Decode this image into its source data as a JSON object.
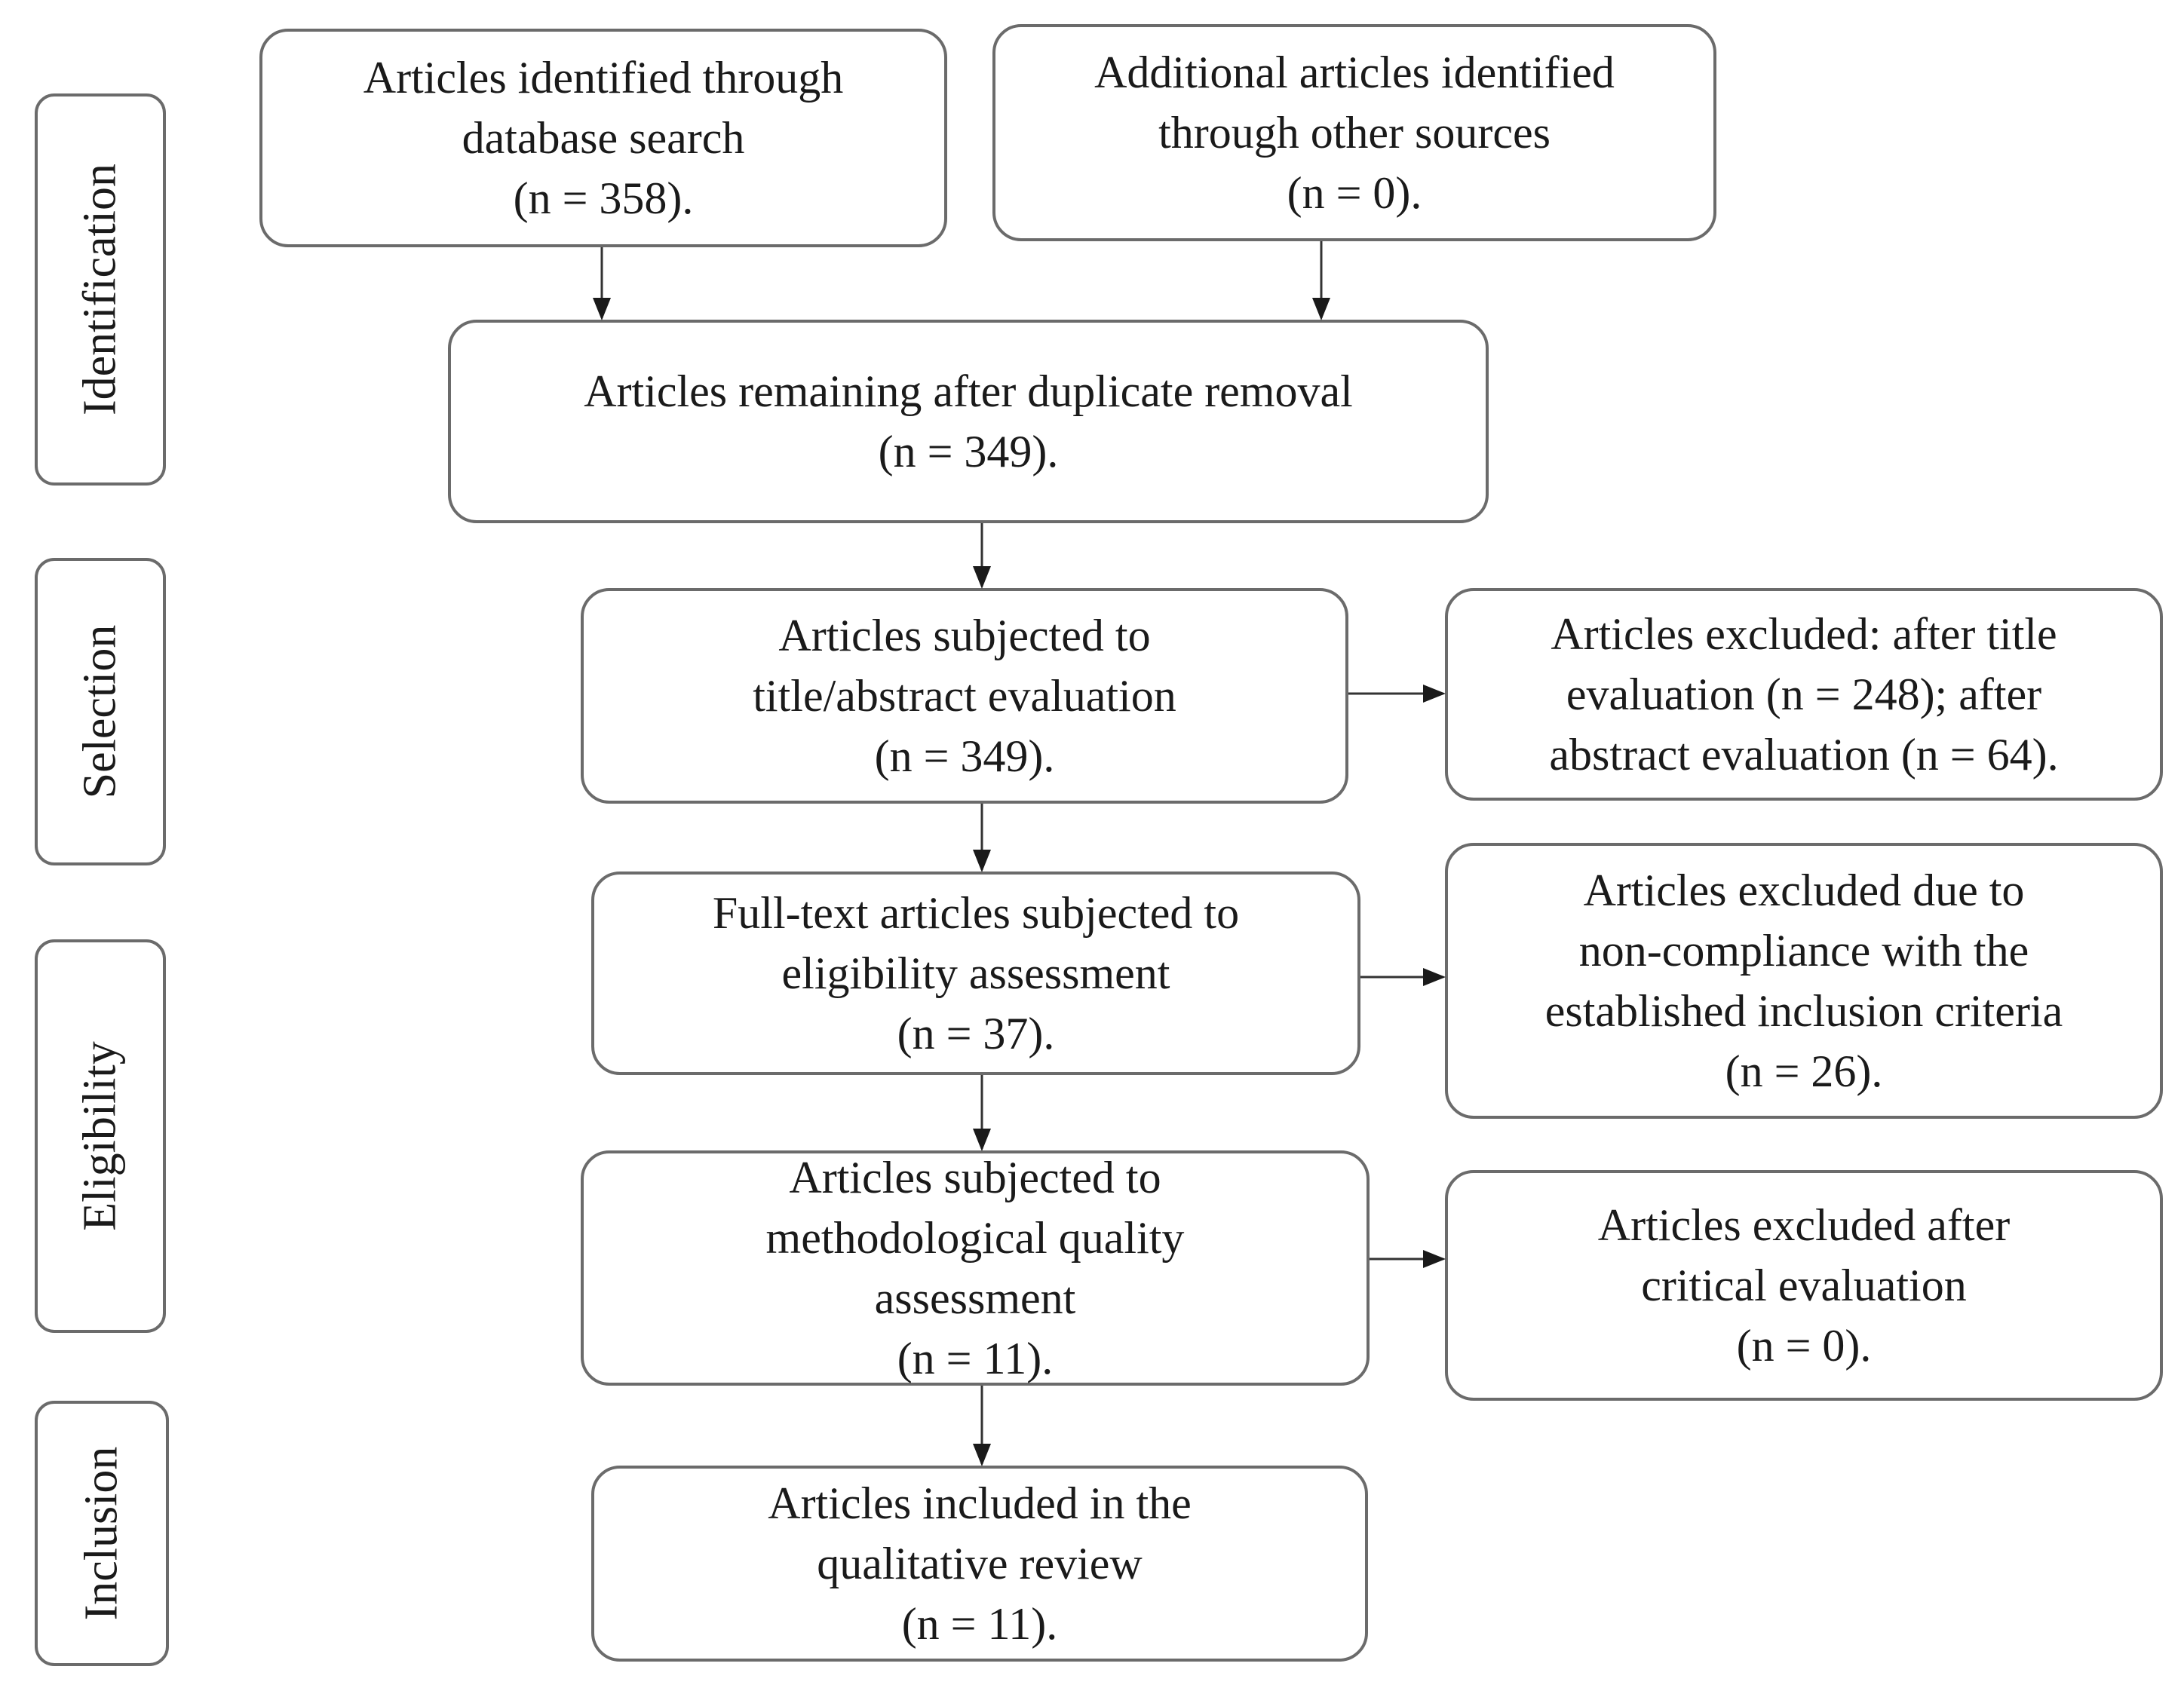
{
  "stages": {
    "identification": "Identification",
    "selection": "Selection",
    "eligibility": "Eligibility",
    "inclusion": "Inclusion"
  },
  "boxes": {
    "database_search": [
      "Articles identified through",
      "database search",
      "(n = 358)."
    ],
    "other_sources": [
      "Additional articles identified",
      "through other sources",
      "(n = 0)."
    ],
    "after_duplicates": [
      "Articles remaining after duplicate removal",
      "(n = 349)."
    ],
    "title_abstract": [
      "Articles subjected to",
      "title/abstract evaluation",
      "(n = 349)."
    ],
    "excluded_title_abstract": [
      "Articles excluded: after title",
      "evaluation (n = 248); after",
      "abstract evaluation (n = 64)."
    ],
    "full_text": [
      "Full-text articles subjected to",
      "eligibility assessment",
      "(n = 37)."
    ],
    "excluded_criteria": [
      "Articles excluded due to",
      "non-compliance with the",
      "established inclusion criteria",
      "(n = 26)."
    ],
    "quality_assessment": [
      "Articles subjected to",
      "methodological quality",
      "assessment",
      "(n = 11)."
    ],
    "excluded_critical": [
      "Articles excluded after",
      "critical evaluation",
      "(n = 0)."
    ],
    "included": [
      "Articles included in the",
      "qualitative review",
      "(n = 11)."
    ]
  }
}
